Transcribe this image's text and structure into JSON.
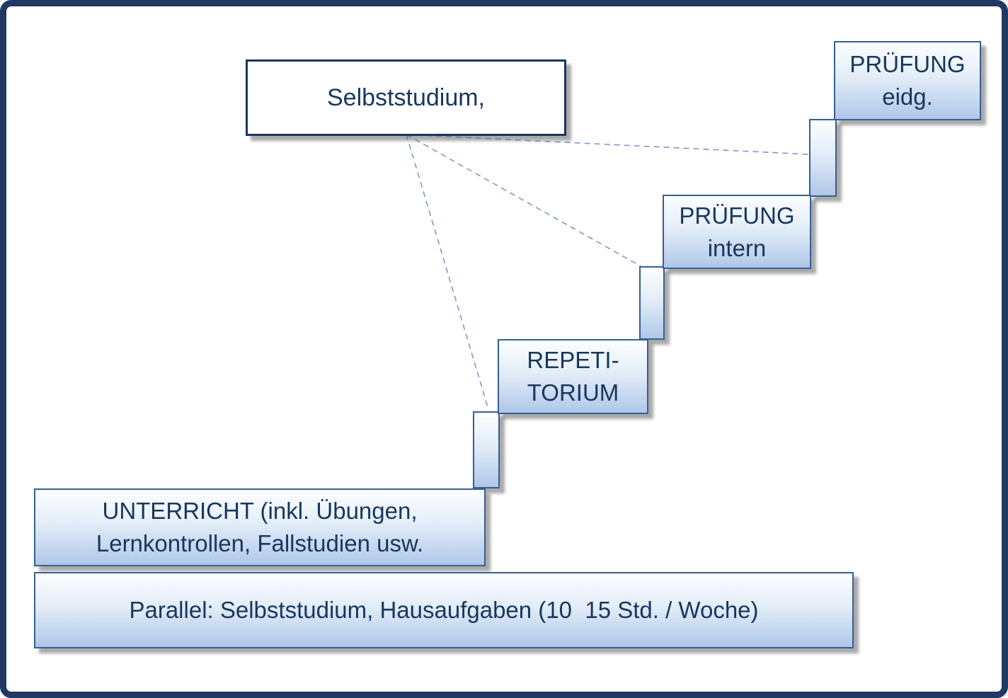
{
  "boxes": {
    "selbststudium": {
      "label": "Selbststudium,"
    },
    "pruefung_eidg": {
      "line1": "PRÜFUNG",
      "line2": "eidg."
    },
    "pruefung_intern": {
      "line1": "PRÜFUNG",
      "line2": "intern"
    },
    "repetitorium": {
      "line1": "REPETI-",
      "line2": "TORIUM"
    },
    "unterricht": {
      "line1": "UNTERRICHT (inkl. Übungen,",
      "line2": "Lernkontrollen, Fallstudien usw."
    },
    "parallel": {
      "label": "Parallel: Selbststudium, Hausaufgaben (10  15 Std. / Woche)"
    }
  },
  "colors": {
    "frame_border": "#1F3864",
    "box_border": "#365F91",
    "box_fill_top": "#FDFEFF",
    "box_fill_bottom": "#AFC7E8",
    "selbststudium_fill": "#FFFFFF",
    "text": "#17375E",
    "connector_line": "#7A9BCE"
  }
}
